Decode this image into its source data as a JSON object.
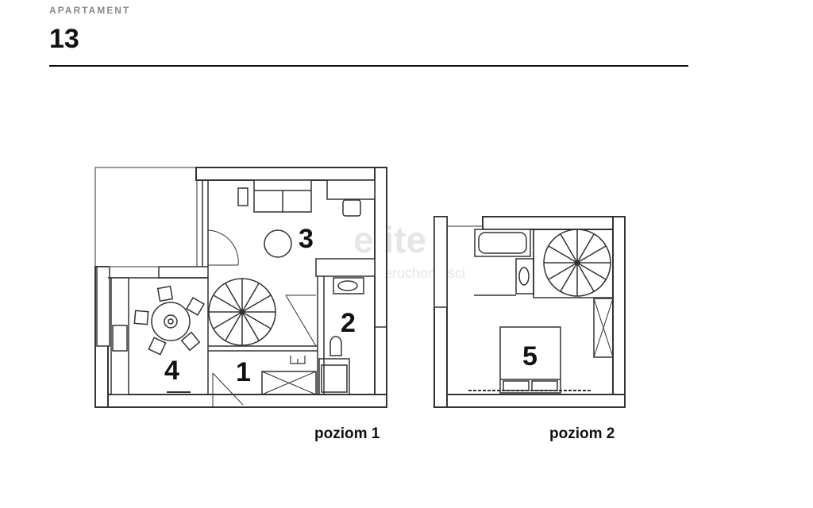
{
  "header": {
    "eyebrow": "APARTAMENT",
    "number": "13"
  },
  "watermark": {
    "brand": "elite",
    "tagline": "nieruchomości"
  },
  "levels": [
    {
      "label": "poziom 1"
    },
    {
      "label": "poziom 2"
    }
  ],
  "rooms": [
    "1",
    "2",
    "3",
    "4",
    "5"
  ],
  "colors": {
    "ink": "#111111",
    "muted": "#8a8a8a",
    "line": "#333333"
  }
}
